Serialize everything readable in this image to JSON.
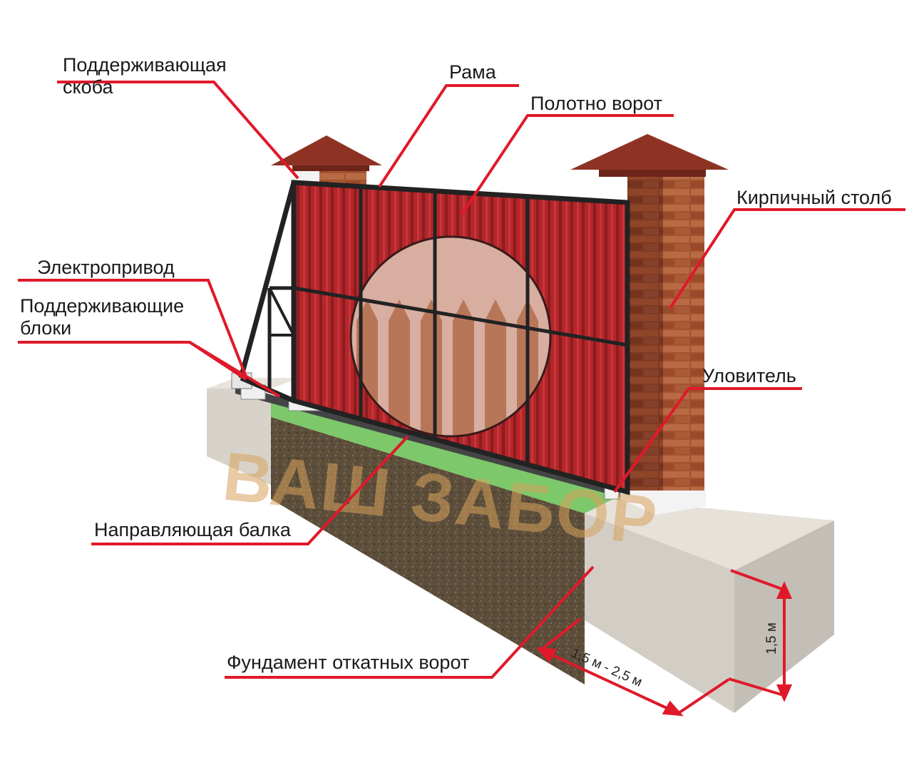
{
  "labels": {
    "support_bracket": "Поддерживающая\nскоба",
    "frame": "Рама",
    "gate_leaf": "Полотно ворот",
    "brick_pillar": "Кирпичный столб",
    "electric_drive": "Электропривод",
    "support_blocks": "Поддерживающие\nблоки",
    "catcher": "Уловитель",
    "guide_beam": "Направляющая балка",
    "foundation": "Фундамент откатных ворот"
  },
  "dimensions": {
    "width": "1,5 м - 2,5 м",
    "depth": "1,5 м"
  },
  "watermark": "ВАШ ЗАБОР",
  "colors": {
    "callout_line": "#e0192a",
    "gate_panel": "#b3262a",
    "frame": "#222222",
    "brick": "#a2502f",
    "cap": "#8e3324",
    "concrete": "#dcd7cf",
    "soil": "#5e4f3a",
    "grass": "#7cc86a"
  }
}
